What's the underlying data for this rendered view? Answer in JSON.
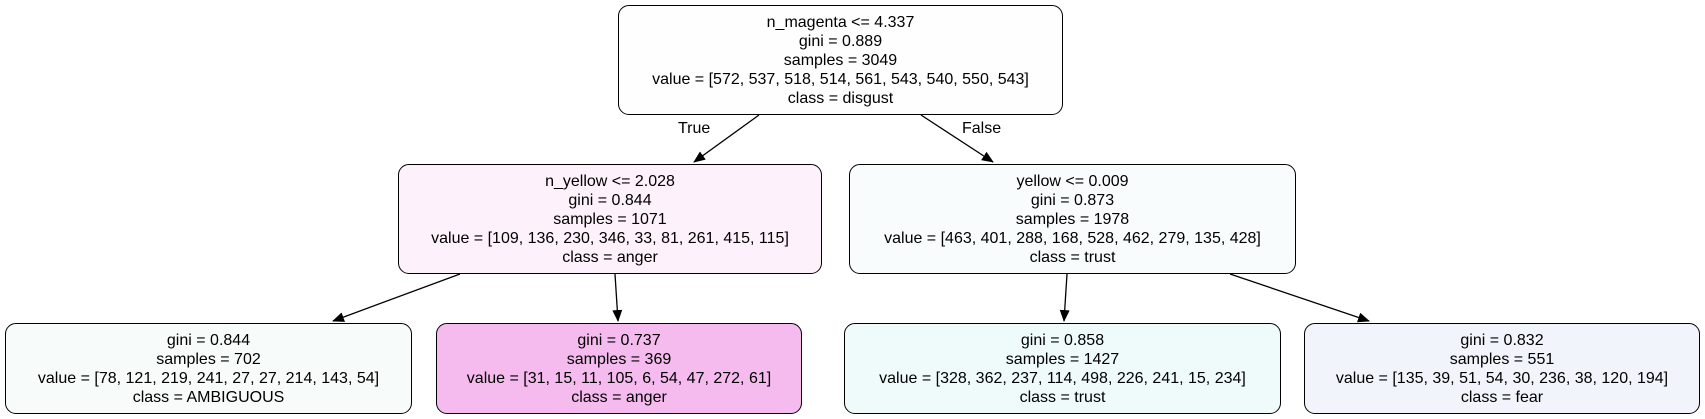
{
  "tree": {
    "root": {
      "split": "n_magenta <= 4.337",
      "gini": "gini = 0.889",
      "samples": "samples = 3049",
      "value": "value = [572, 537, 518, 514, 561, 543, 540, 550, 543]",
      "class": "class = disgust",
      "fill": "#fefefe"
    },
    "left": {
      "split": "n_yellow <= 2.028",
      "gini": "gini = 0.844",
      "samples": "samples = 1071",
      "value": "value = [109, 136, 230, 346, 33, 81, 261, 415, 115]",
      "class": "class = anger",
      "fill": "#fdf1fb"
    },
    "right": {
      "split": "yellow <= 0.009",
      "gini": "gini = 0.873",
      "samples": "samples = 1978",
      "value": "value = [463, 401, 288, 168, 528, 462, 279, 135, 428]",
      "class": "class = trust",
      "fill": "#f8fcfd"
    },
    "leaf_ll": {
      "gini": "gini = 0.844",
      "samples": "samples = 702",
      "value": "value = [78, 121, 219, 241, 27, 27, 214, 143, 54]",
      "class": "class = AMBIGUOUS",
      "fill": "#f7fcfb"
    },
    "leaf_lr": {
      "gini": "gini = 0.737",
      "samples": "samples = 369",
      "value": "value = [31, 15, 11, 105, 6, 54, 47, 272, 61]",
      "class": "class = anger",
      "fill": "#f5bbee"
    },
    "leaf_rl": {
      "gini": "gini = 0.858",
      "samples": "samples = 1427",
      "value": "value = [328, 362, 237, 114, 498, 226, 241, 15, 234]",
      "class": "class = trust",
      "fill": "#effbfb"
    },
    "leaf_rr": {
      "gini": "gini = 0.832",
      "samples": "samples = 551",
      "value": "value = [135, 39, 51, 54, 30, 236, 38, 120, 194]",
      "class": "class = fear",
      "fill": "#f1f5fb"
    }
  },
  "edge_labels": {
    "true_label": "True",
    "false_label": "False"
  },
  "colors": {
    "edge": "#000000",
    "border": "#000000"
  }
}
